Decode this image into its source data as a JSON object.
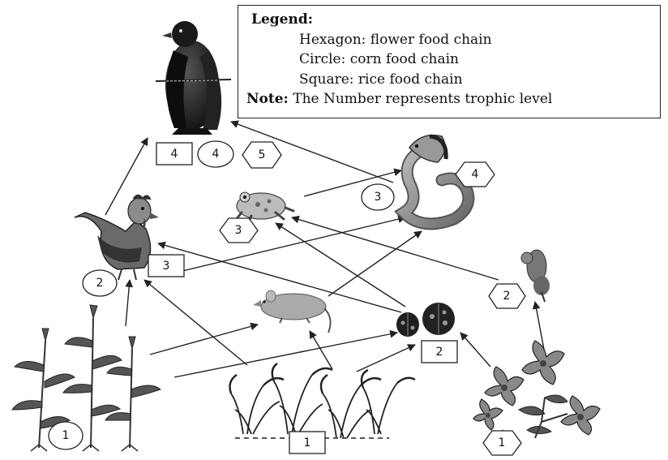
{
  "legend": {
    "title": "Legend:",
    "hexagon": "Hexagon: flower food chain",
    "circle": "Circle: corn food chain",
    "square": "Square: rice food chain",
    "note_label": "Note:",
    "note_text": "The Number represents trophic level"
  },
  "labels": {
    "eagle_square": "4",
    "eagle_circle": "4",
    "eagle_hexagon": "5",
    "snake_hexagon": "4",
    "snake_circle": "3",
    "frog_hexagon": "3",
    "chicken_square": "3",
    "chicken_circle": "2",
    "bug_hexagon": "2",
    "ladybug_square": "2",
    "corn_circle": "1",
    "rice_square": "1",
    "flower_hexagon": "1"
  }
}
